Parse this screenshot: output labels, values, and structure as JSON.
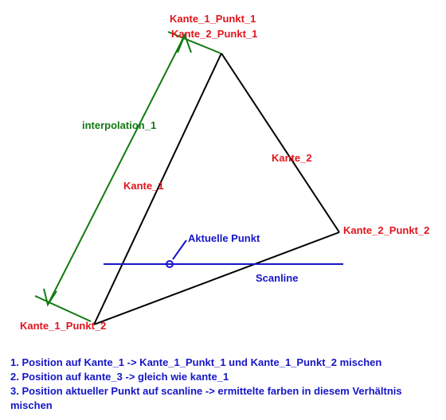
{
  "labels": {
    "kante_1_punkt_1": "Kante_1_Punkt_1",
    "kante_2_punkt_1": "Kante_2_Punkt_1",
    "interpolation": "interpolation_1",
    "kante_2": "Kante_2",
    "kante_1": "Kante_1",
    "kante_2_punkt_2": "Kante_2_Punkt_2",
    "aktuelle_punkt": "Aktuelle Punkt",
    "scanline": "Scanline",
    "kante_1_punkt_2": "Kante_1_Punkt_2"
  },
  "notes": [
    "1. Position auf Kante_1 -> Kante_1_Punkt_1 und Kante_1_Punkt_2 mischen",
    "2. Position auf kante_3 -> gleich wie kante_1",
    "3. Position aktueller Punkt auf scanline -> ermittelte farben in diesem Verhältnis mischen"
  ],
  "colors": {
    "edges": "#000000",
    "interpolation": "#117a11",
    "scanline": "#1616c8",
    "labels_red": "#e0151c"
  }
}
